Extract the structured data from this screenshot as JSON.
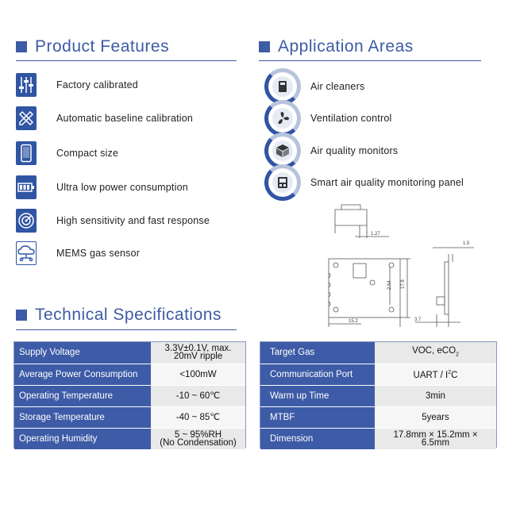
{
  "features": {
    "heading": "Product Features",
    "items": [
      {
        "label": "Factory calibrated",
        "icon": "sliders-icon"
      },
      {
        "label": "Automatic baseline calibration",
        "icon": "ruler-pencil-icon"
      },
      {
        "label": "Compact size",
        "icon": "phone-icon"
      },
      {
        "label": "Ultra low power consumption",
        "icon": "battery-icon"
      },
      {
        "label": "High sensitivity and fast response",
        "icon": "radar-icon"
      },
      {
        "label": "MEMS gas sensor",
        "icon": "cloud-network-icon"
      }
    ]
  },
  "applications": {
    "heading": "Application Areas",
    "items": [
      {
        "label": "Air cleaners",
        "icon": "air-purifier-icon"
      },
      {
        "label": "Ventilation control",
        "icon": "fan-icon"
      },
      {
        "label": "Air quality monitors",
        "icon": "cube-icon"
      },
      {
        "label": "Smart air quality monitoring panel",
        "icon": "panel-icon"
      }
    ]
  },
  "drawing": {
    "dim_top": "1.27",
    "dim_side": "1.5",
    "dim_height_inner": "2.54",
    "dim_height": "17.8",
    "dim_width": "15.2",
    "dim_depth": "3.7"
  },
  "specs": {
    "heading": "Technical Specifications",
    "left": [
      {
        "key": "Supply Voltage",
        "value1": "3.3V±0.1V, max.",
        "value2": "20mV ripple"
      },
      {
        "key": "Average Power Consumption",
        "value1": "<100mW",
        "value2": ""
      },
      {
        "key": "Operating Temperature",
        "value1": "-10 ~ 60℃",
        "value2": ""
      },
      {
        "key": "Storage Temperature",
        "value1": "-40 ~ 85℃",
        "value2": ""
      },
      {
        "key": "Operating Humidity",
        "value1": "5 ~ 95%RH",
        "value2": "(No Condensation)"
      }
    ],
    "right": [
      {
        "key": "Target Gas",
        "value": "VOC, eCO",
        "sub": "2",
        "sup": ""
      },
      {
        "key": "Communication Port",
        "value": "UART / I",
        "sub": "",
        "sup": "2",
        "tail": "C"
      },
      {
        "key": "Warm up Time",
        "value": "3min",
        "sub": "",
        "sup": ""
      },
      {
        "key": "MTBF",
        "value": "5years",
        "sub": "",
        "sup": ""
      },
      {
        "key": "Dimension",
        "value": "17.8mm × 15.2mm × 6.5mm",
        "sub": "",
        "sup": ""
      }
    ]
  },
  "colors": {
    "accent": "#3d5ba6",
    "icon": "#2f55a3",
    "cell": "#e9e9ea"
  }
}
